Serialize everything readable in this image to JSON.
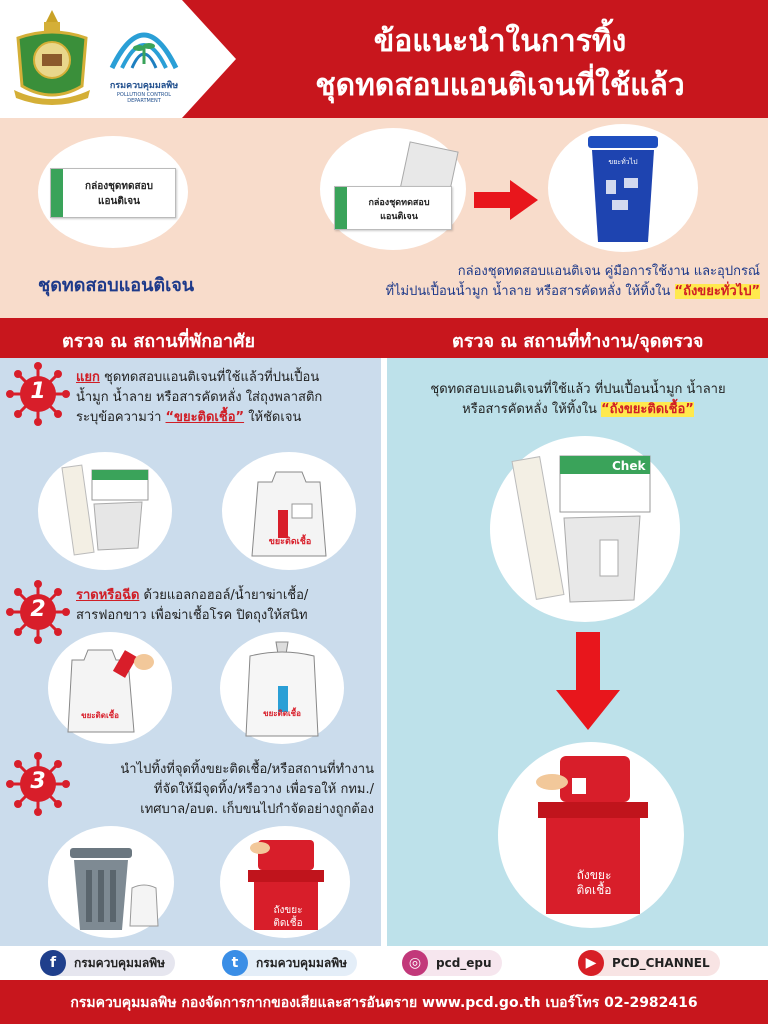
{
  "header": {
    "title_line1": "ข้อแนะนำในการทิ้ง",
    "title_line2": "ชุดทดสอบแอนติเจนที่ใช้แล้ว",
    "pcd_logo_text": "กรมควบคุมมลพิษ",
    "pcd_logo_subtext": "POLLUTION CONTROL DEPARTMENT"
  },
  "top": {
    "box_label": "กล่องชุดทดสอบ แอนติเจน",
    "kit_caption": "ชุดทดสอบแอนติเจน",
    "bin_label": "ขยะทั่วไป",
    "instruction_line1": "กล่องชุดทดสอบแอนติเจน คู่มือการใช้งาน และอุปกรณ์",
    "instruction_line2_prefix": "ที่ไม่ปนเปื้อนน้ำมูก น้ำลาย หรือสารคัดหลั่ง ให้ทิ้งใน",
    "instruction_line2_highlight": "“ถังขยะทั่วไป”"
  },
  "band": {
    "left": "ตรวจ ณ สถานที่พักอาศัย",
    "right": "ตรวจ ณ สถานที่ทำงาน/จุดตรวจ"
  },
  "steps": [
    {
      "number": "1",
      "keyword": "แยก",
      "line1_rest": " ชุดทดสอบแอนติเจนที่ใช้แล้วที่ปนเปื้อน",
      "line2": "น้ำมูก น้ำลาย หรือสารคัดหลั่ง ใส่ถุงพลาสติก",
      "line3_prefix": "ระบุข้อความว่า ",
      "line3_highlight": "“ขยะติดเชื้อ”",
      "line3_suffix": " ให้ชัดเจน",
      "bag_label": "ขยะติดเชื้อ"
    },
    {
      "number": "2",
      "keyword": "ราดหรือฉีด",
      "line1_rest": " ด้วยแอลกอฮอล์/น้ำยาฆ่าเชื้อ/",
      "line2": "สารฟอกขาว เพื่อฆ่าเชื้อโรค ปิดถุงให้สนิท",
      "bag_label": "ขยะติดเชื้อ"
    },
    {
      "number": "3",
      "line1": "นำไปทิ้งที่จุดทิ้งขยะติดเชื้อ/หรือสถานที่ทำงาน",
      "line2": "ที่จัดให้มีจุดทิ้ง/หรือวาง เพื่อรอให้ กทม./",
      "line3": "เทศบาล/อบต. เก็บขนไปกำจัดอย่างถูกต้อง",
      "red_bin_label": "ถังขยะ ติดเชื้อ"
    }
  ],
  "right": {
    "line1": "ชุดทดสอบแอนติเจนที่ใช้แล้ว ที่ปนเปื้อนน้ำมูก น้ำลาย",
    "line2_prefix": "หรือสารคัดหลั่ง ให้ทิ้งใน ",
    "line2_highlight": "“ถังขยะติดเชื้อ”",
    "kit_brand": "Chek",
    "red_bin_label": "ถังขยะ ติดเชื้อ"
  },
  "social": [
    {
      "icon": "facebook-icon",
      "glyph": "f",
      "label": "กรมควบคุมมลพิษ",
      "color": "#1f3f8c"
    },
    {
      "icon": "twitter-icon",
      "glyph": "t",
      "label": "กรมควบคุมมลพิษ",
      "color": "#3a8ee6"
    },
    {
      "icon": "instagram-icon",
      "glyph": "◎",
      "label": "pcd_epu",
      "color": "#c2387a"
    },
    {
      "icon": "youtube-icon",
      "glyph": "▶",
      "label": "PCD_CHANNEL",
      "color": "#d71f26"
    }
  ],
  "footer": {
    "text": "กรมควบคุมมลพิษ กองจัดการกากของเสียและสารอันตราย www.pcd.go.th เบอร์โทร 02-2982416"
  },
  "colors": {
    "brand_red": "#c8161d",
    "peach": "#f8dccb",
    "left_blue": "#cbdcec",
    "right_blue": "#bde1ea",
    "highlight_yellow": "#ffe94d"
  }
}
